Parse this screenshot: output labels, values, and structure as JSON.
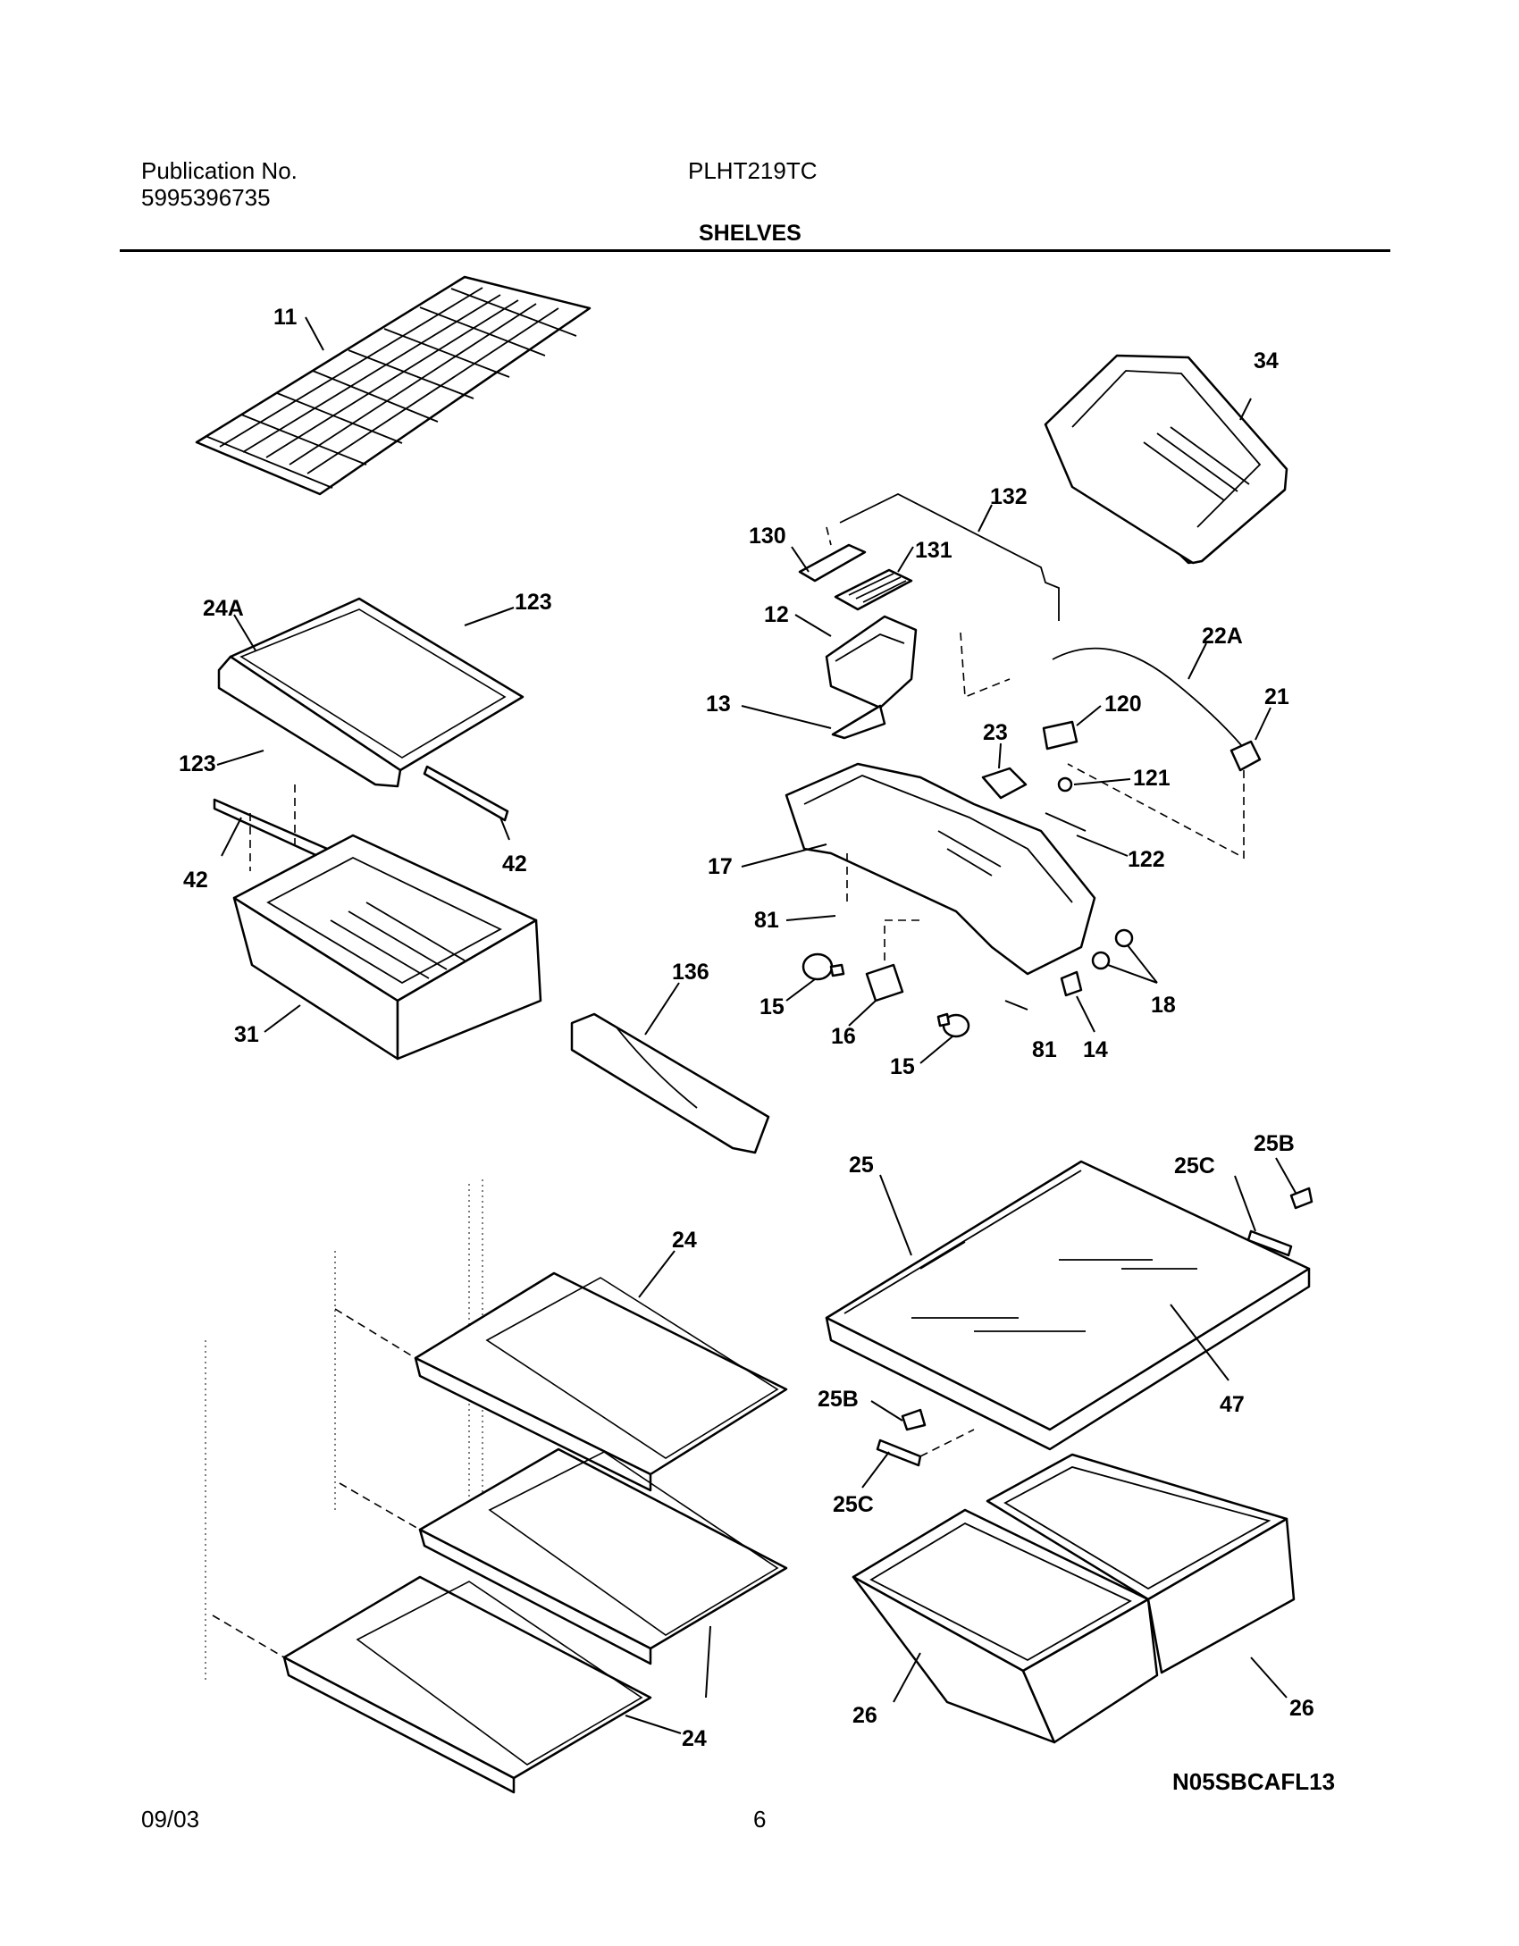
{
  "header": {
    "publication_label": "Publication No.",
    "publication_number": "5995396735",
    "model": "PLHT219TC",
    "section_title": "SHELVES"
  },
  "footer": {
    "date": "09/03",
    "page_number": "6",
    "diagram_code": "N05SBCAFL13"
  },
  "callouts": {
    "c11": "11",
    "c34": "34",
    "c132": "132",
    "c130": "130",
    "c131": "131",
    "c24A": "24A",
    "c123a": "123",
    "c123b": "123",
    "c12": "12",
    "c22A": "22A",
    "c21": "21",
    "c13": "13",
    "c120": "120",
    "c23": "23",
    "c121": "121",
    "c42a": "42",
    "c42b": "42",
    "c122": "122",
    "c17": "17",
    "c81a": "81",
    "c31": "31",
    "c136": "136",
    "c15a": "15",
    "c16": "16",
    "c18": "18",
    "c15b": "15",
    "c81b": "81",
    "c14": "14",
    "c25B_top": "25B",
    "c25": "25",
    "c25C_top": "25C",
    "c24_top": "24",
    "c47": "47",
    "c25B_bot": "25B",
    "c25C_bot": "25C",
    "c26a": "26",
    "c26b": "26",
    "c24_bot": "24"
  }
}
